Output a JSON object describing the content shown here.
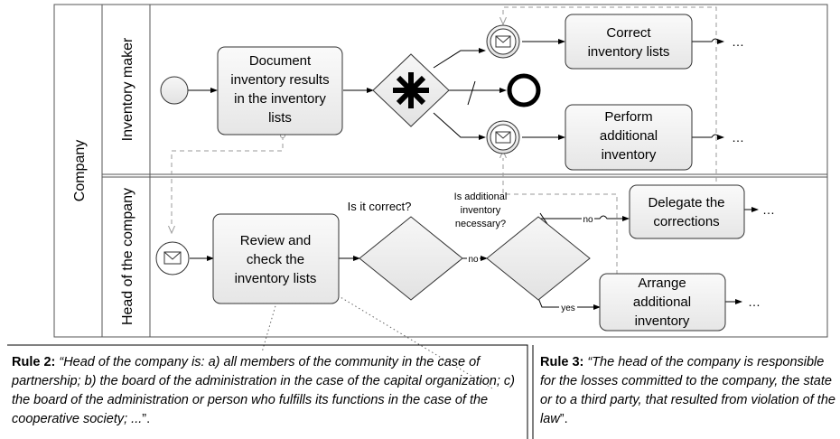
{
  "pool": {
    "label": "Company"
  },
  "lanes": [
    {
      "label": "Inventory maker"
    },
    {
      "label": "Head of the company"
    }
  ],
  "tasks": {
    "document": [
      "Document",
      "inventory results",
      "in the inventory",
      "lists"
    ],
    "correct": [
      "Correct",
      "inventory lists"
    ],
    "perform": [
      "Perform",
      "additional",
      "inventory"
    ],
    "review": [
      "Review and",
      "check the",
      "inventory lists"
    ],
    "delegate": [
      "Delegate the",
      "corrections"
    ],
    "arrange": [
      "Arrange",
      "additional",
      "inventory"
    ]
  },
  "gateways": {
    "correct_question": "Is it correct?",
    "additional_question": [
      "Is additional",
      "inventory",
      "necessary?"
    ]
  },
  "flow_labels": {
    "no1": "no",
    "no2": "no",
    "yes": "yes"
  },
  "continuations": "…",
  "rule2": {
    "title": "Rule 2:",
    "quote": "“Head of the company is: a) all members of the community in the case of partnership; b) the board of the administration in the case of the capital organization; c) the board of the administration or person who fulfills its functions in the case of the cooperative society; ...",
    "end": "”."
  },
  "rule3": {
    "title": "Rule 3:",
    "quote": "“The head of the company is responsible for the losses committed to the company, the state or to a third party, that resulted from violation of the law",
    "end": "”."
  }
}
